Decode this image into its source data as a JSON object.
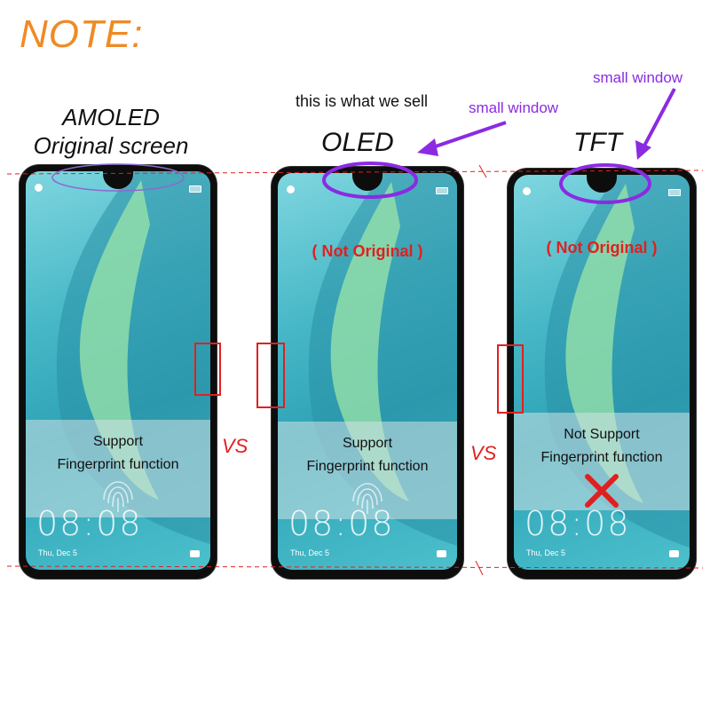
{
  "note": "NOTE:",
  "amoled": {
    "line1": "AMOLED",
    "line2": "Original screen"
  },
  "oled": {
    "label": "OLED",
    "caption": "this is what we sell",
    "window": "small window",
    "not_original": "( Not Original )"
  },
  "tft": {
    "label": "TFT",
    "window": "small window",
    "not_original": "( Not Original )"
  },
  "vs": "VS",
  "support": {
    "line1": "Support",
    "line2": "Fingerprint function"
  },
  "not_support": {
    "line1": "Not Support",
    "line2": "Fingerprint function"
  },
  "clock": "08:08",
  "date": "Thu, Dec 5",
  "colors": {
    "note": "#f08a24",
    "purple": "#8a2be2",
    "red": "#e02020",
    "screen": "#46b7c6"
  },
  "icons": {
    "fingerprint": "fingerprint-icon",
    "cross": "cross-icon",
    "camera": "camera-icon"
  }
}
